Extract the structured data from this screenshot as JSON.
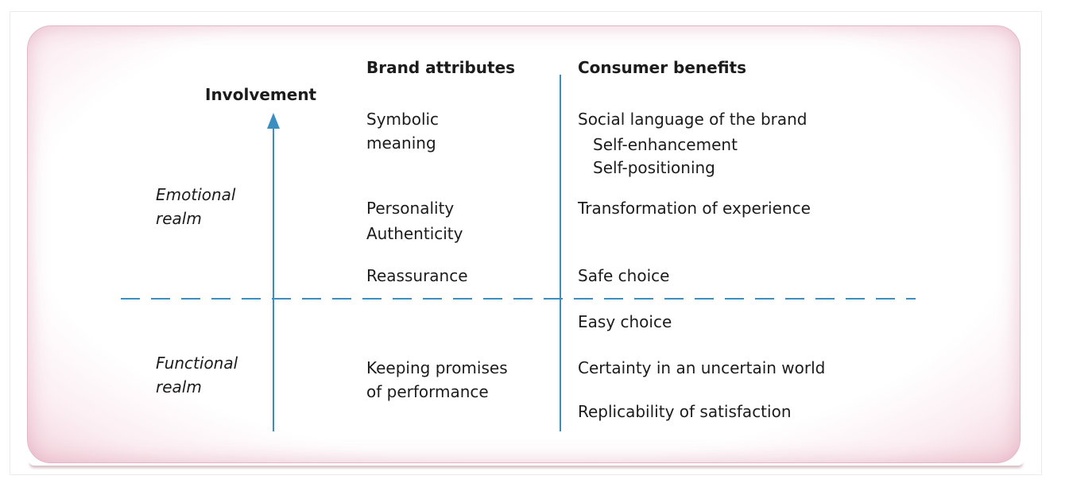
{
  "headers": {
    "involvement": "Involvement",
    "brand_attributes": "Brand attributes",
    "consumer_benefits": "Consumer benefits"
  },
  "realms": {
    "emotional_line1": "Emotional",
    "emotional_line2": "realm",
    "functional_line1": "Functional",
    "functional_line2": "realm"
  },
  "brand_attributes": {
    "symbolic_line1": "Symbolic",
    "symbolic_line2": "meaning",
    "personality": "Personality",
    "authenticity": "Authenticity",
    "reassurance": "Reassurance",
    "keeping_line1": "Keeping promises",
    "keeping_line2": "of performance"
  },
  "consumer_benefits": {
    "social_language": "Social language of the brand",
    "self_enhancement": "Self-enhancement",
    "self_positioning": "Self-positioning",
    "transformation": "Transformation of experience",
    "safe_choice": "Safe choice",
    "easy_choice": "Easy choice",
    "certainty": "Certainty in an uncertain world",
    "replicability": "Replicability of satisfaction"
  },
  "colors": {
    "accent_blue": "#3a8fc0",
    "panel_border": "#e2b7c5",
    "text": "#1c1c1c"
  }
}
